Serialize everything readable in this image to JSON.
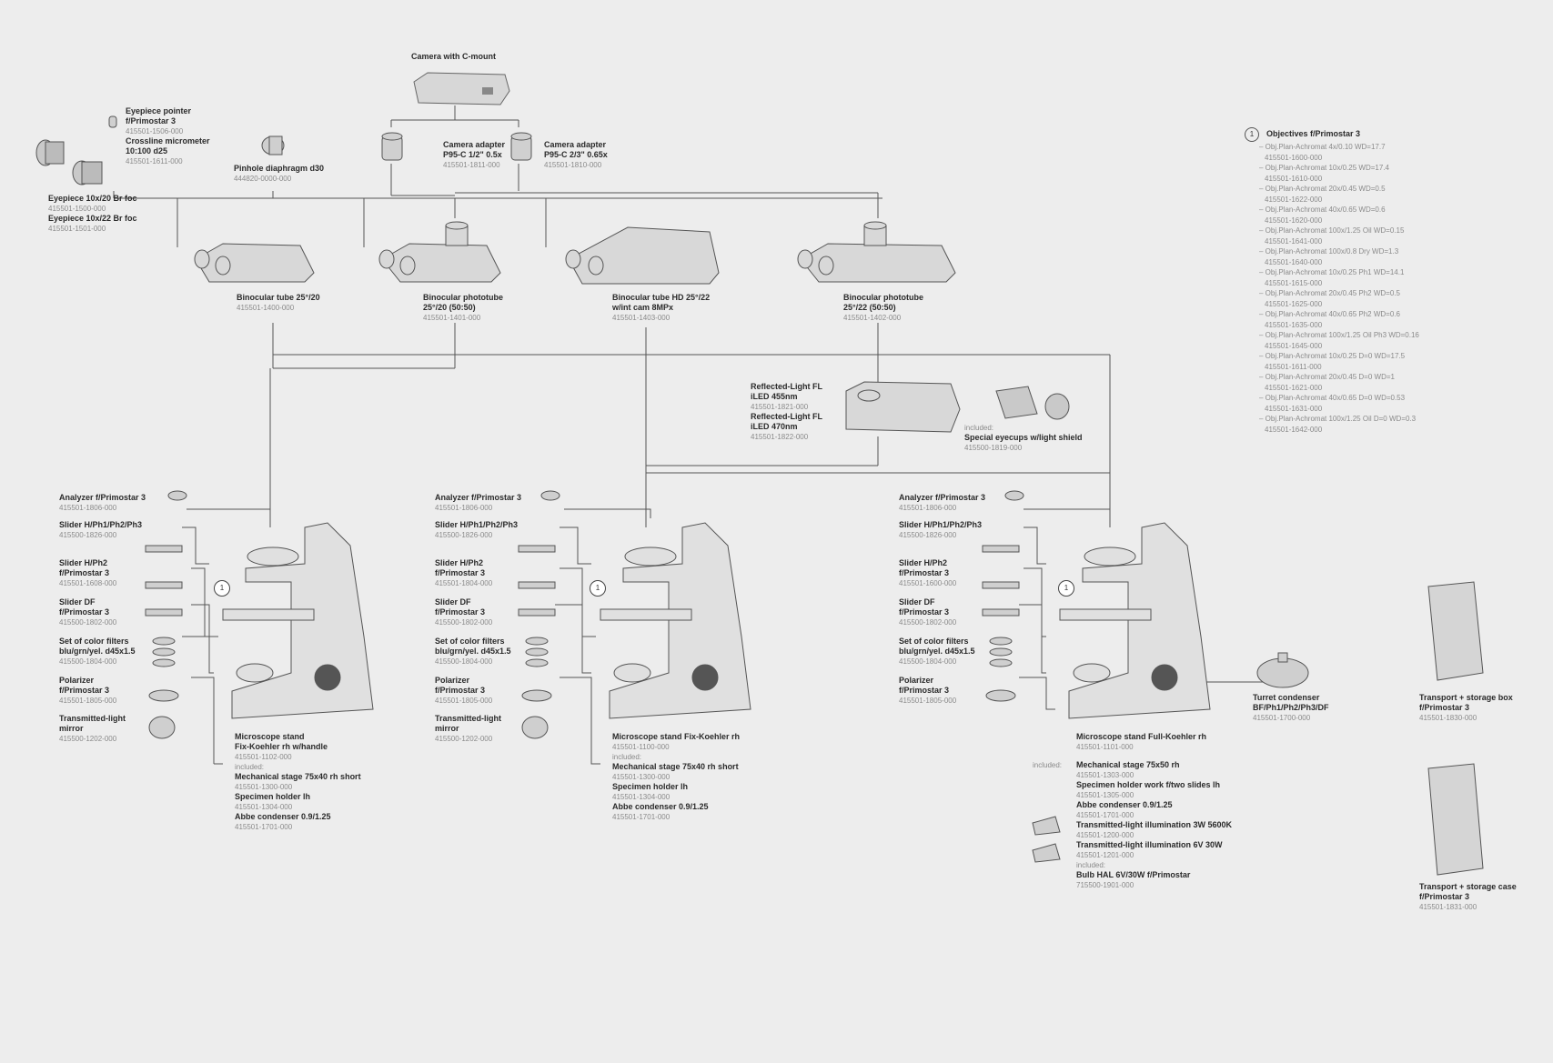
{
  "camera": {
    "name": "Camera with C-mount"
  },
  "cam_adapter_1": {
    "name": "Camera adapter",
    "name2": "P95-C 1/2\" 0.5x",
    "pn": "415501-1811-000"
  },
  "cam_adapter_2": {
    "name": "Camera adapter",
    "name2": "P95-C 2/3\" 0.65x",
    "pn": "415501-1810-000"
  },
  "eyepiece_pointer": {
    "name": "Eyepiece pointer",
    "name2": "f/Primostar 3",
    "pn": "415501-1506-000",
    "name3": "Crossline micrometer",
    "name4": "10:100 d25",
    "pn2": "415501-1611-000"
  },
  "pinhole": {
    "name": "Pinhole diaphragm d30",
    "pn": "444820-0000-000"
  },
  "eyepieces": {
    "name": "Eyepiece 10x/20 Br foc",
    "pn": "415501-1500-000",
    "name2": "Eyepiece 10x/22 Br foc",
    "pn2": "415501-1501-000"
  },
  "tube_1": {
    "name": "Binocular tube 25°/20",
    "pn": "415501-1400-000"
  },
  "tube_2": {
    "name": "Binocular phototube",
    "name2": "25°/20 (50:50)",
    "pn": "415501-1401-000"
  },
  "tube_3": {
    "name": "Binocular tube HD 25°/22",
    "name2": "w/int cam 8MPx",
    "pn": "415501-1403-000"
  },
  "tube_4": {
    "name": "Binocular phototube",
    "name2": "25°/22 (50:50)",
    "pn": "415501-1402-000"
  },
  "reflected": {
    "name": "Reflected-Light FL",
    "name2": "iLED 455nm",
    "pn": "415501-1821-000",
    "name3": "Reflected-Light FL",
    "name4": "iLED 470nm",
    "pn2": "415501-1822-000"
  },
  "eyecups": {
    "note": "included:",
    "name": "Special eyecups w/light shield",
    "pn": "415500-1819-000"
  },
  "objectives": {
    "num": "1",
    "title": "Objectives f/Primostar 3",
    "items": [
      {
        "name": "– Obj.Plan-Achromat 4x/0.10 WD=17.7",
        "pn": "415501-1600-000"
      },
      {
        "name": "– Obj.Plan-Achromat 10x/0.25 WD=17.4",
        "pn": "415501-1610-000"
      },
      {
        "name": "– Obj.Plan-Achromat 20x/0.45 WD=0.5",
        "pn": "415501-1622-000"
      },
      {
        "name": "– Obj.Plan-Achromat 40x/0.65 WD=0.6",
        "pn": "415501-1620-000"
      },
      {
        "name": "– Obj.Plan-Achromat 100x/1.25 Oil WD=0.15",
        "pn": "415501-1641-000"
      },
      {
        "name": "– Obj.Plan-Achromat 100x/0.8 Dry WD=1.3",
        "pn": "415501-1640-000"
      },
      {
        "name": "– Obj.Plan-Achromat 10x/0.25 Ph1 WD=14.1",
        "pn": "415501-1615-000"
      },
      {
        "name": "– Obj.Plan-Achromat 20x/0.45 Ph2 WD=0.5",
        "pn": "415501-1625-000"
      },
      {
        "name": "– Obj.Plan-Achromat 40x/0.65 Ph2 WD=0.6",
        "pn": "415501-1635-000"
      },
      {
        "name": "– Obj.Plan-Achromat 100x/1.25 Oil Ph3 WD=0.16",
        "pn": "415501-1645-000"
      },
      {
        "name": "– Obj.Plan-Achromat 10x/0.25 D=0 WD=17.5",
        "pn": "415501-1611-000"
      },
      {
        "name": "– Obj.Plan-Achromat 20x/0.45 D=0 WD=1",
        "pn": "415501-1621-000"
      },
      {
        "name": "– Obj.Plan-Achromat 40x/0.65 D=0 WD=0.53",
        "pn": "415501-1631-000"
      },
      {
        "name": "– Obj.Plan-Achromat 100x/1.25 Oil D=0 WD=0.3",
        "pn": "415501-1642-000"
      }
    ]
  },
  "left_acc": {
    "analyzer": {
      "name": "Analyzer f/Primostar 3",
      "pn": "415501-1806-000"
    },
    "slider_a": {
      "name": "Slider H/Ph1/Ph2/Ph3",
      "pn": "415500-1826-000"
    },
    "slider_b": {
      "name": "Slider H/Ph2",
      "name2": "f/Primostar 3",
      "pn": "415501-1608-000"
    },
    "slider_df": {
      "name": "Slider DF",
      "name2": "f/Primostar 3",
      "pn": "415500-1802-000"
    },
    "filters": {
      "name": "Set of color filters",
      "name2": "blu/grn/yel. d45x1.5",
      "pn": "415500-1804-000"
    },
    "polarizer": {
      "name": "Polarizer",
      "name2": "f/Primostar 3",
      "pn": "415501-1805-000"
    },
    "mirror": {
      "name": "Transmitted-light",
      "name2": "mirror",
      "pn": "415500-1202-000"
    }
  },
  "middle_acc": {
    "analyzer": {
      "name": "Analyzer f/Primostar 3",
      "pn": "415501-1806-000"
    },
    "slider_a": {
      "name": "Slider H/Ph1/Ph2/Ph3",
      "pn": "415500-1826-000"
    },
    "slider_b": {
      "name": "Slider H/Ph2",
      "name2": "f/Primostar 3",
      "pn": "415501-1804-000"
    },
    "slider_df": {
      "name": "Slider DF",
      "name2": "f/Primostar 3",
      "pn": "415500-1802-000"
    },
    "filters": {
      "name": "Set of color filters",
      "name2": "blu/grn/yel. d45x1.5",
      "pn": "415500-1804-000"
    },
    "polarizer": {
      "name": "Polarizer",
      "name2": "f/Primostar 3",
      "pn": "415501-1805-000"
    },
    "mirror": {
      "name": "Transmitted-light",
      "name2": "mirror",
      "pn": "415500-1202-000"
    }
  },
  "right_acc": {
    "analyzer": {
      "name": "Analyzer f/Primostar 3",
      "pn": "415501-1806-000"
    },
    "slider_a": {
      "name": "Slider H/Ph1/Ph2/Ph3",
      "pn": "415500-1826-000"
    },
    "slider_b": {
      "name": "Slider H/Ph2",
      "name2": "f/Primostar 3",
      "pn": "415501-1600-000"
    },
    "slider_df": {
      "name": "Slider DF",
      "name2": "f/Primostar 3",
      "pn": "415500-1802-000"
    },
    "filters": {
      "name": "Set of color filters",
      "name2": "blu/grn/yel. d45x1.5",
      "pn": "415500-1804-000"
    },
    "polarizer": {
      "name": "Polarizer",
      "name2": "f/Primostar 3",
      "pn": "415501-1805-000"
    }
  },
  "stand_left": {
    "name": "Microscope stand",
    "name2": "Fix-Koehler rh w/handle",
    "pn": "415501-1102-000",
    "note": "included:",
    "i1": "Mechanical stage 75x40 rh short",
    "i1pn": "415501-1300-000",
    "i2": "Specimen holder lh",
    "i2pn": "415501-1304-000",
    "i3": "Abbe condenser 0.9/1.25",
    "i3pn": "415501-1701-000"
  },
  "stand_middle": {
    "name": "Microscope stand Fix-Koehler rh",
    "pn": "415501-1100-000",
    "note": "included:",
    "i1": "Mechanical stage 75x40 rh short",
    "i1pn": "415501-1300-000",
    "i2": "Specimen holder lh",
    "i2pn": "415501-1304-000",
    "i3": "Abbe condenser 0.9/1.25",
    "i3pn": "415501-1701-000"
  },
  "stand_right": {
    "name": "Microscope stand Full-Koehler rh",
    "pn": "415501-1101-000",
    "note": "included:",
    "i1": "Mechanical stage 75x50 rh",
    "i1pn": "415501-1303-000",
    "i2": "Specimen holder work f/two slides lh",
    "i2pn": "415501-1305-000",
    "i3": "Abbe condenser 0.9/1.25",
    "i3pn": "415501-1701-000",
    "i4": "Transmitted-light illumination 3W 5600K",
    "i4pn": "415501-1200-000",
    "i5": "Transmitted-light illumination 6V 30W",
    "i5pn": "415501-1201-000",
    "note2": "included:",
    "i6": "Bulb HAL 6V/30W f/Primostar",
    "i6pn": "715500-1901-000"
  },
  "turret": {
    "name": "Turret condenser",
    "name2": "BF/Ph1/Ph2/Ph3/DF",
    "pn": "415501-1700-000"
  },
  "box": {
    "name": "Transport + storage box",
    "name2": "f/Primostar 3",
    "pn": "415501-1830-000"
  },
  "case": {
    "name": "Transport + storage case",
    "name2": "f/Primostar 3",
    "pn": "415501-1831-000"
  }
}
